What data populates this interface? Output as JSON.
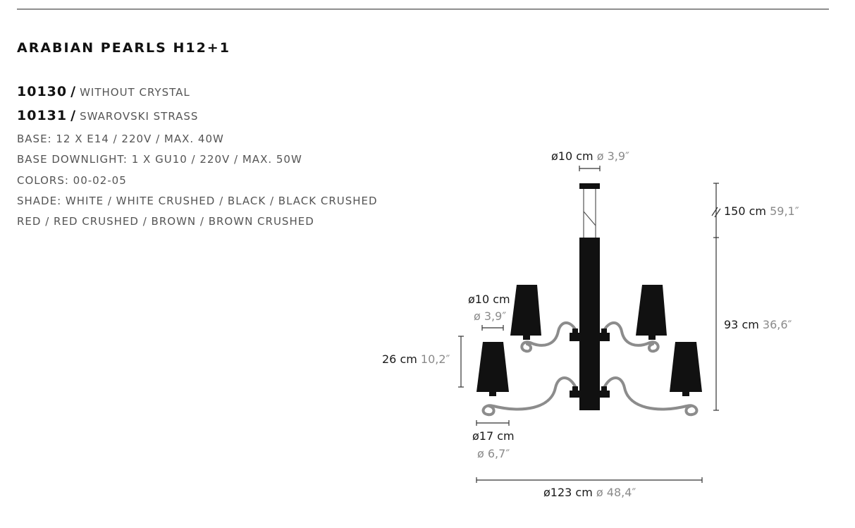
{
  "title": "ARABIAN PEARLS H12+1",
  "codes": [
    {
      "code": "10130",
      "separator": "/",
      "description": "WITHOUT CRYSTAL"
    },
    {
      "code": "10131",
      "separator": "/",
      "description": "SWAROVSKI STRASS"
    }
  ],
  "specs": {
    "base": "BASE: 12 X E14 / 220V / MAX. 40W",
    "downlight": "BASE DOWNLIGHT: 1 X GU10 / 220V / MAX. 50W",
    "colors": "COLORS: 00-02-05",
    "shade_line1": "SHADE: WHITE / WHITE CRUSHED / BLACK / BLACK CRUSHED",
    "shade_line2": "RED / RED CRUSHED / BROWN / BROWN CRUSHED"
  },
  "dimensions": {
    "top_diameter": {
      "metric": "ø10 cm",
      "imperial": "ø 3,9″"
    },
    "cable_length": {
      "metric": "150 cm",
      "imperial": "59,1″"
    },
    "body_height": {
      "metric": "93 cm",
      "imperial": "36,6″"
    },
    "small_shade_diameter": {
      "metric": "ø10 cm",
      "imperial": "ø 3,9″"
    },
    "shade_height": {
      "metric": "26 cm",
      "imperial": "10,2″"
    },
    "large_shade_diameter": {
      "metric": "ø17 cm",
      "imperial": "ø 6,7″"
    },
    "total_diameter": {
      "metric": "ø123 cm",
      "imperial": "ø 48,4″"
    }
  },
  "colors": {
    "ink": "#111111",
    "arm": "#8c8c8c",
    "rule": "#8f8f8f"
  }
}
